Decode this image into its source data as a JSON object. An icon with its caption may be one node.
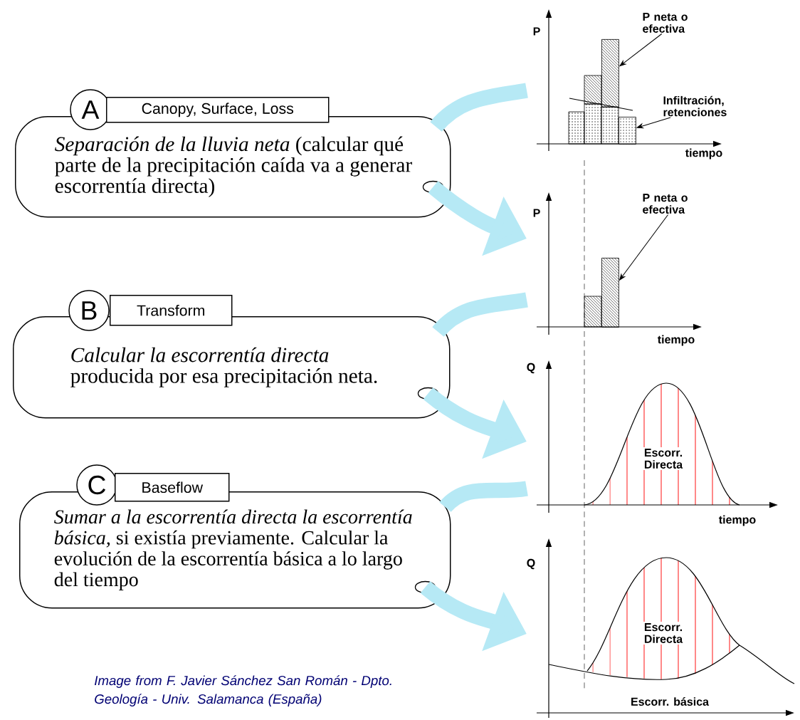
{
  "diagram": {
    "caption": "Image from F. Javier Sánchez San Román - Dpto. Geología - Univ. Salamanca (España)",
    "nodes": [
      {
        "text": [
          "A",
          "Canopy, Surface, Loss",
          "*Separación de la lluvia neta* (calcular qué parte de la precipitación caída va a generar escorrentía directa)"
        ]
      },
      {
        "text": [
          "B",
          "Transform",
          "*Calcular la escorrentía directa* producida por esa precipitación neta."
        ]
      },
      {
        "text": [
          "C",
          "Baseflow",
          "*Sumar a la escorrentía directa la escorrentía básica,* si existía previamente. Calcular la evolución de la escorrentía básica a lo largo del tiempo"
        ]
      },
      {
        "text": [],
        "shape": "picture"
      },
      {
        "text": [],
        "shape": "picture"
      },
      {
        "text": [],
        "shape": "picture"
      },
      {
        "text": [],
        "shape": "picture"
      },
      {
        "text": [
          "P neta o efectiva"
        ],
        "in": 3
      },
      {
        "text": [],
        "shape": "bar",
        "in": 3
      },
      {
        "text": [
          "Infiltración, retenciones"
        ],
        "in": 3
      },
      {
        "text": [],
        "shape": "bar",
        "in": 3
      },
      {
        "text": [
          "P neta o efectiva"
        ],
        "in": 4
      },
      {
        "text": [],
        "shape": "bar",
        "in": 4
      }
    ],
    "edges": [
      {
        "from": 3,
        "to": 0,
        "arrow": "none",
        "color": "#b6e9f5"
      },
      {
        "from": 0,
        "to": 4,
        "arrow": "to",
        "color": "#b6e9f5"
      },
      {
        "from": 4,
        "to": 1,
        "arrow": "none",
        "color": "#b6e9f5"
      },
      {
        "from": 1,
        "to": 5,
        "arrow": "to",
        "color": "#b6e9f5"
      },
      {
        "from": 5,
        "to": 2,
        "arrow": "none",
        "color": "#b6e9f5"
      },
      {
        "from": 2,
        "to": 6,
        "arrow": "to",
        "color": "#b6e9f5"
      },
      {
        "from": 7,
        "to": 8,
        "arrow": "to",
        "color": "#000000"
      },
      {
        "from": 9,
        "to": 10,
        "arrow": "to",
        "color": "#000000"
      },
      {
        "from": 11,
        "to": 12,
        "arrow": "to",
        "color": "#000000"
      }
    ],
    "labels": [
      "P",
      "tiempo",
      "P",
      "tiempo",
      "Q",
      "Escorr. Directa",
      "tiempo",
      "Q",
      "Escorr. Directa",
      "Escorr. básica"
    ]
  }
}
